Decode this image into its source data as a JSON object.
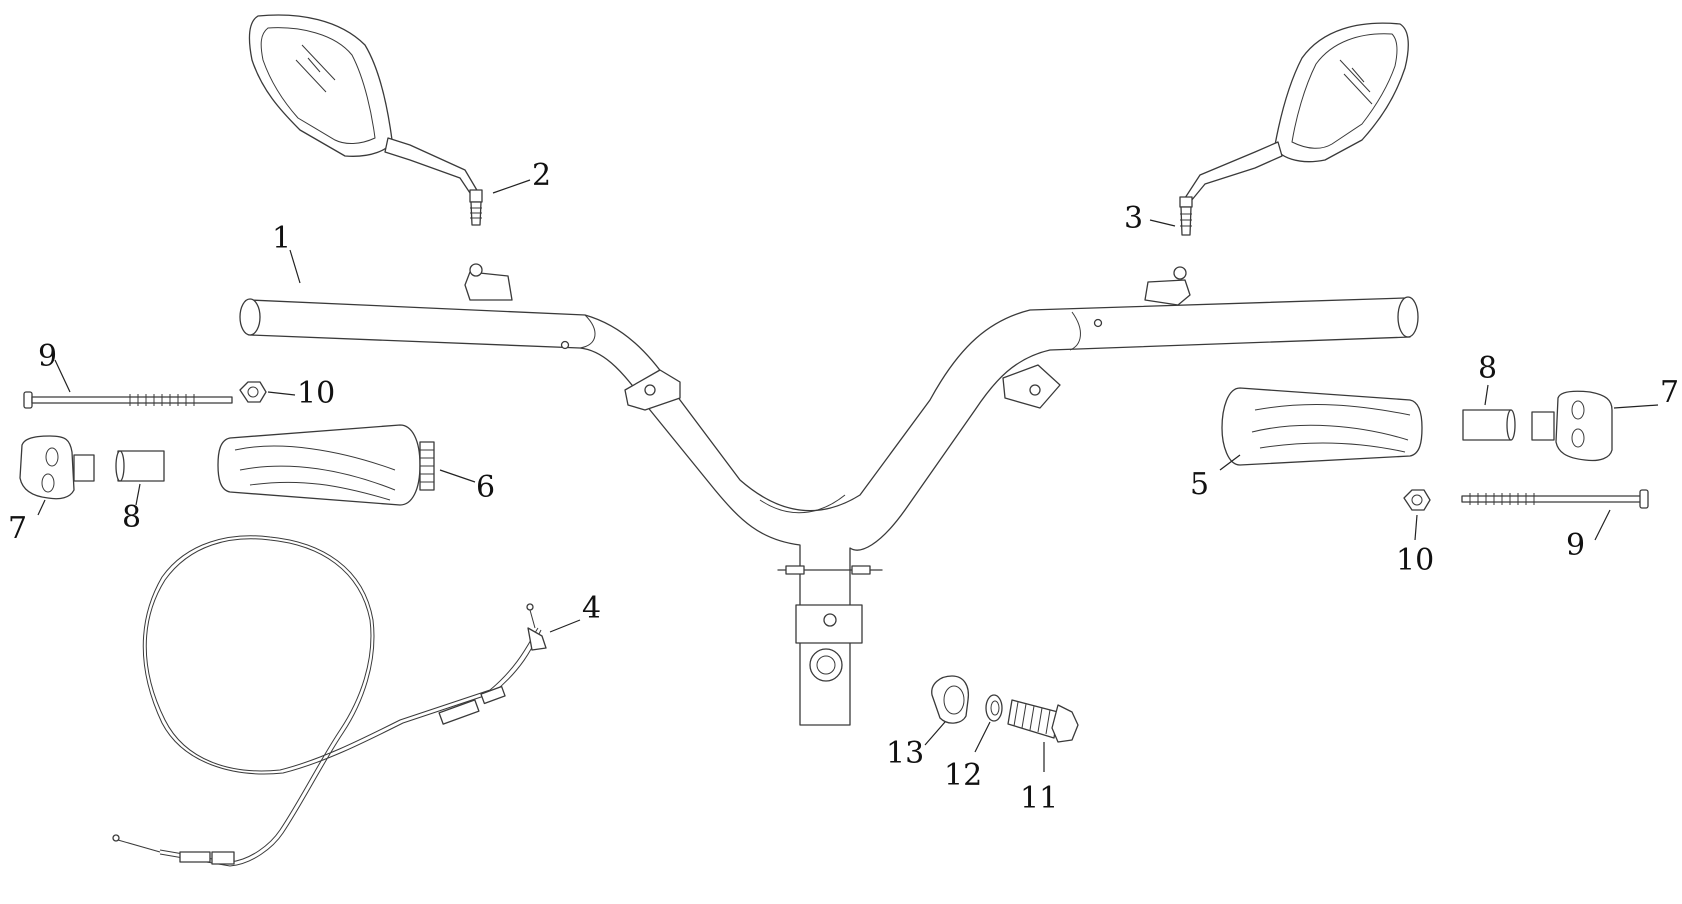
{
  "labels": {
    "handlebar": "1",
    "mirror_left": "2",
    "mirror_right": "3",
    "throttle_cable": "4",
    "grip_right": "5",
    "grip_left": "6",
    "bar_end_left": "7",
    "bar_end_right": "7",
    "spacer_left": "8",
    "spacer_right": "8",
    "bolt_left": "9",
    "bolt_right": "9",
    "nut_left": "10",
    "nut_right": "10",
    "bolt_center": "11",
    "washer": "12",
    "collar": "13"
  }
}
